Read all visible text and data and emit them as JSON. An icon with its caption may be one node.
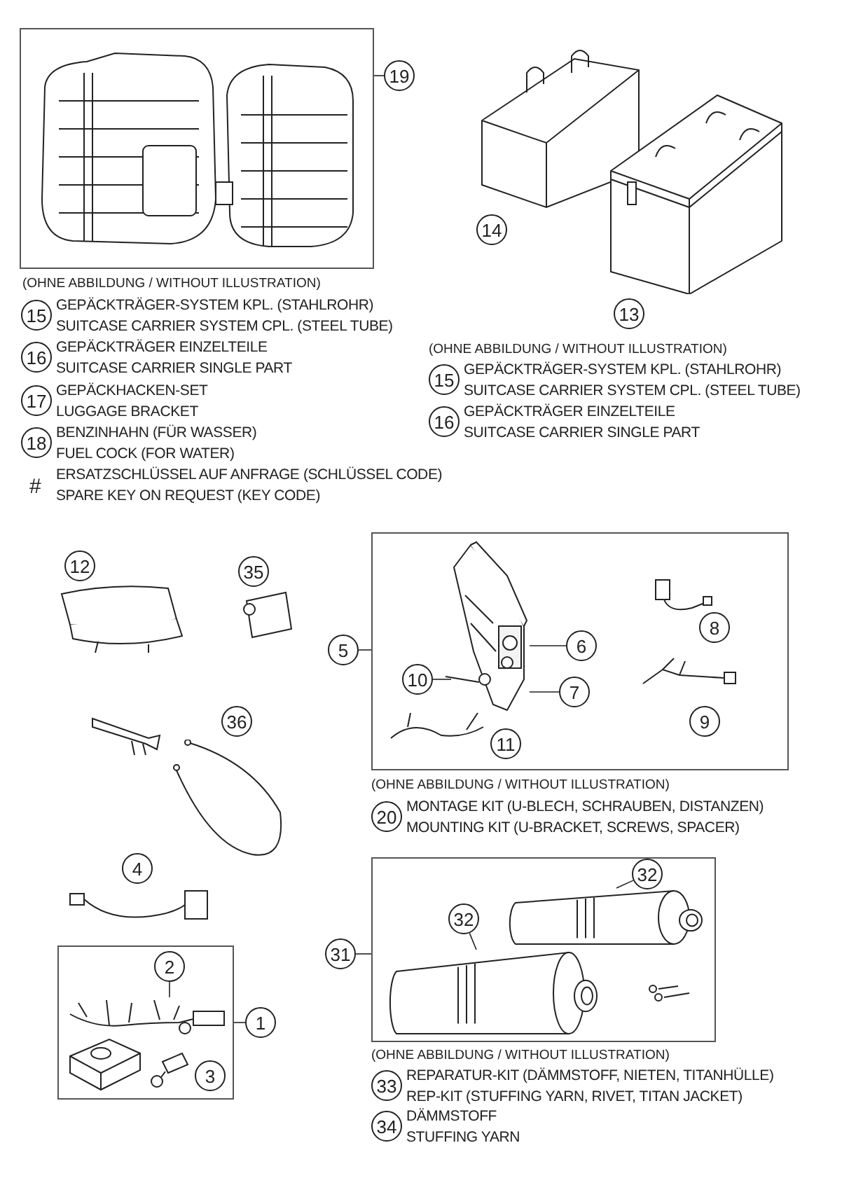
{
  "diagram": {
    "nodes": [
      {
        "text": [],
        "shape": "box"
      },
      {
        "text": [
          "19"
        ]
      },
      {
        "text": [],
        "shape": "box"
      },
      {
        "text": [
          "5"
        ]
      },
      {
        "text": [],
        "shape": "picture",
        "in": 2
      },
      {
        "text": [
          "6"
        ],
        "in": 2
      },
      {
        "text": [
          "10"
        ],
        "in": 2
      },
      {
        "text": [
          "7"
        ],
        "in": 2
      },
      {
        "text": [],
        "shape": "box"
      },
      {
        "text": [
          "31"
        ]
      },
      {
        "text": [],
        "shape": "picture",
        "in": 8
      },
      {
        "text": [],
        "shape": "picture",
        "in": 8
      },
      {
        "text": [
          "32"
        ],
        "in": 8
      },
      {
        "text": [
          "32"
        ],
        "in": 8
      },
      {
        "text": [],
        "shape": "box"
      },
      {
        "text": [
          "1"
        ]
      },
      {
        "text": [],
        "shape": "picture",
        "in": 14
      },
      {
        "text": [
          "2"
        ],
        "in": 14
      },
      {
        "text": [
          "14"
        ]
      },
      {
        "text": [
          "13"
        ]
      },
      {
        "text": [
          "15"
        ],
        "beside": [
          "GEPÄCKTRÄGER-SYSTEM KPL. (STAHLROHR)",
          "SUITCASE CARRIER SYSTEM CPL. (STEEL TUBE)"
        ]
      },
      {
        "text": [
          "16"
        ],
        "beside": [
          "GEPÄCKTRÄGER EINZELTEILE",
          "SUITCASE CARRIER SINGLE PART"
        ]
      },
      {
        "text": [
          "17"
        ],
        "beside": [
          "GEPÄCKHACKEN-SET",
          "LUGGAGE BRACKET"
        ]
      },
      {
        "text": [
          "18"
        ],
        "beside": [
          "BENZINHAHN (FÜR WASSER)",
          "FUEL COCK (FOR WATER)"
        ]
      },
      {
        "text": [
          "15"
        ],
        "beside": [
          "GEPÄCKTRÄGER-SYSTEM KPL. (STAHLROHR)",
          "SUITCASE CARRIER SYSTEM CPL. (STEEL TUBE)"
        ]
      },
      {
        "text": [
          "16"
        ],
        "beside": [
          "GEPÄCKTRÄGER EINZELTEILE",
          "SUITCASE CARRIER SINGLE PART"
        ]
      },
      {
        "text": [
          "12"
        ]
      },
      {
        "text": [
          "35"
        ]
      },
      {
        "text": [
          "8"
        ],
        "in": 2
      },
      {
        "text": [
          "36"
        ]
      },
      {
        "text": [
          "9"
        ],
        "in": 2
      },
      {
        "text": [
          "11"
        ],
        "in": 2
      },
      {
        "text": [
          "20"
        ],
        "beside": [
          "MONTAGE KIT (U-BLECH, SCHRAUBEN, DISTANZEN)",
          "MOUNTING KIT (U-BRACKET, SCREWS, SPACER)"
        ]
      },
      {
        "text": [
          "4"
        ]
      },
      {
        "text": [
          "3"
        ],
        "in": 14
      },
      {
        "text": [
          "33"
        ],
        "beside": [
          "REPARATUR-KIT (DÄMMSTOFF, NIETEN, TITANHÜLLE)",
          "REP-KIT (STUFFING YARN, RIVET, TITAN JACKET)"
        ]
      },
      {
        "text": [
          "34"
        ],
        "beside": [
          "DÄMMSTOFF",
          "STUFFING YARN"
        ]
      }
    ],
    "edges": [
      {
        "from": 1,
        "to": 0,
        "arrow": "none"
      },
      {
        "from": 3,
        "to": 2,
        "arrow": "none"
      },
      {
        "from": 5,
        "to": 4,
        "arrow": "none"
      },
      {
        "from": 6,
        "to": 4,
        "arrow": "none"
      },
      {
        "from": 7,
        "to": 4,
        "arrow": "none"
      },
      {
        "from": 9,
        "to": 8,
        "arrow": "none"
      },
      {
        "from": 12,
        "to": 11,
        "arrow": "none"
      },
      {
        "from": 13,
        "to": 10,
        "arrow": "none"
      },
      {
        "from": 15,
        "to": 14,
        "arrow": "none"
      },
      {
        "from": 17,
        "to": 16,
        "arrow": "none"
      }
    ],
    "labels": [
      "(OHNE ABBILDUNG / WITHOUT ILLUSTRATION)",
      "(OHNE ABBILDUNG / WITHOUT ILLUSTRATION)",
      "#",
      "ERSATZSCHLÜSSEL AUF ANFRAGE (SCHLÜSSEL CODE)",
      "SPARE KEY ON REQUEST (KEY CODE)",
      "(OHNE ABBILDUNG / WITHOUT ILLUSTRATION)",
      "(OHNE ABBILDUNG / WITHOUT ILLUSTRATION)"
    ]
  }
}
